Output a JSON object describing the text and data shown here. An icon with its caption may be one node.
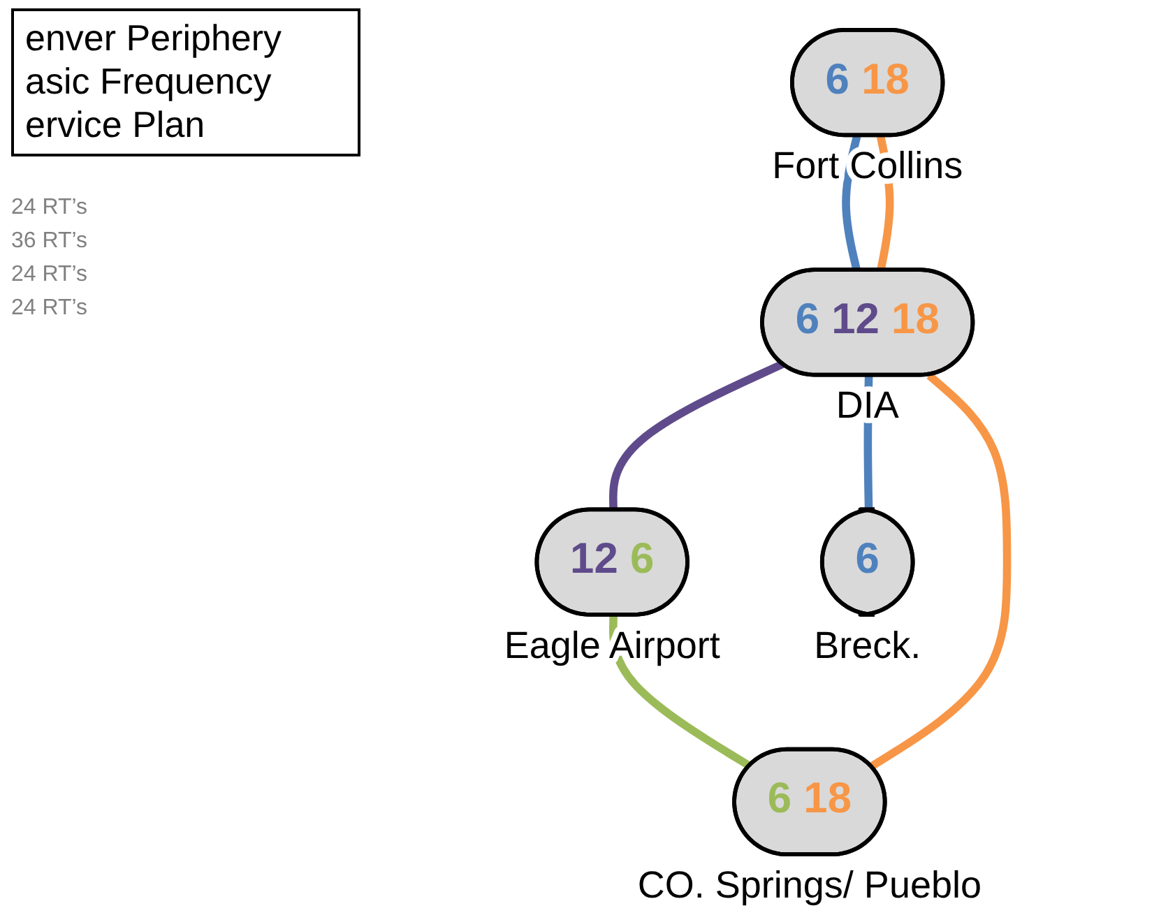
{
  "diagram": {
    "title": "enver Periphery asic Frequency ervice Plan",
    "nodes": [
      {
        "text": [
          "6",
          "18"
        ],
        "beside": [
          "Fort Collins"
        ]
      },
      {
        "text": [
          "6",
          "12",
          "18"
        ],
        "beside": [
          "DIA"
        ]
      },
      {
        "text": [
          "12",
          "6"
        ],
        "beside": [
          "Eagle Airport"
        ]
      },
      {
        "text": [
          "6"
        ],
        "beside": [
          "Breck."
        ]
      },
      {
        "text": [
          "6",
          "18"
        ],
        "beside": [
          "CO. Springs/ Pueblo"
        ]
      }
    ],
    "edges": [
      {
        "from": 0,
        "to": 1,
        "arrow": "none",
        "color": "#4f81bd"
      },
      {
        "from": 0,
        "to": 1,
        "arrow": "none",
        "color": "#f79646"
      },
      {
        "from": 1,
        "to": 3,
        "arrow": "none",
        "color": "#4f81bd"
      },
      {
        "from": 1,
        "to": 2,
        "arrow": "none",
        "color": "#5f4b8b"
      },
      {
        "from": 2,
        "to": 4,
        "arrow": "none",
        "color": "#9bbb59"
      },
      {
        "from": 1,
        "to": 4,
        "arrow": "none",
        "color": "#f79646"
      }
    ],
    "labels": [
      "24 RT’s",
      "36 RT’s",
      "24 RT’s",
      "24 RT’s"
    ]
  }
}
